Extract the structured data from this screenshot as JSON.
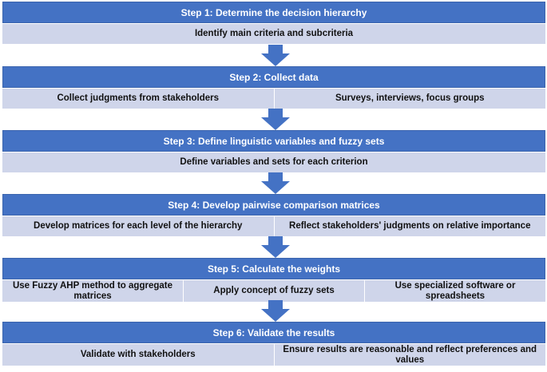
{
  "steps": [
    {
      "title": "Step 1: Determine the decision hierarchy",
      "items": [
        "Identify main criteria and subcriteria"
      ]
    },
    {
      "title": "Step 2: Collect data",
      "items": [
        "Collect judgments from stakeholders",
        "Surveys, interviews, focus groups"
      ]
    },
    {
      "title": "Step 3: Define linguistic variables and fuzzy sets",
      "items": [
        "Define variables and sets for each criterion"
      ]
    },
    {
      "title": "Step 4: Develop pairwise comparison matrices",
      "items": [
        "Develop matrices for each level of the hierarchy",
        "Reflect stakeholders' judgments on relative importance"
      ]
    },
    {
      "title": "Step 5: Calculate the weights",
      "items": [
        "Use Fuzzy AHP method to aggregate matrices",
        "Apply concept of fuzzy sets",
        "Use specialized software or spreadsheets"
      ]
    },
    {
      "title": "Step 6: Validate the results",
      "items": [
        "Validate with stakeholders",
        "Ensure results are reasonable and reflect preferences and values"
      ]
    }
  ],
  "colors": {
    "header": "#4472c4",
    "row": "#cfd5ea",
    "arrow": "#4472c4"
  }
}
